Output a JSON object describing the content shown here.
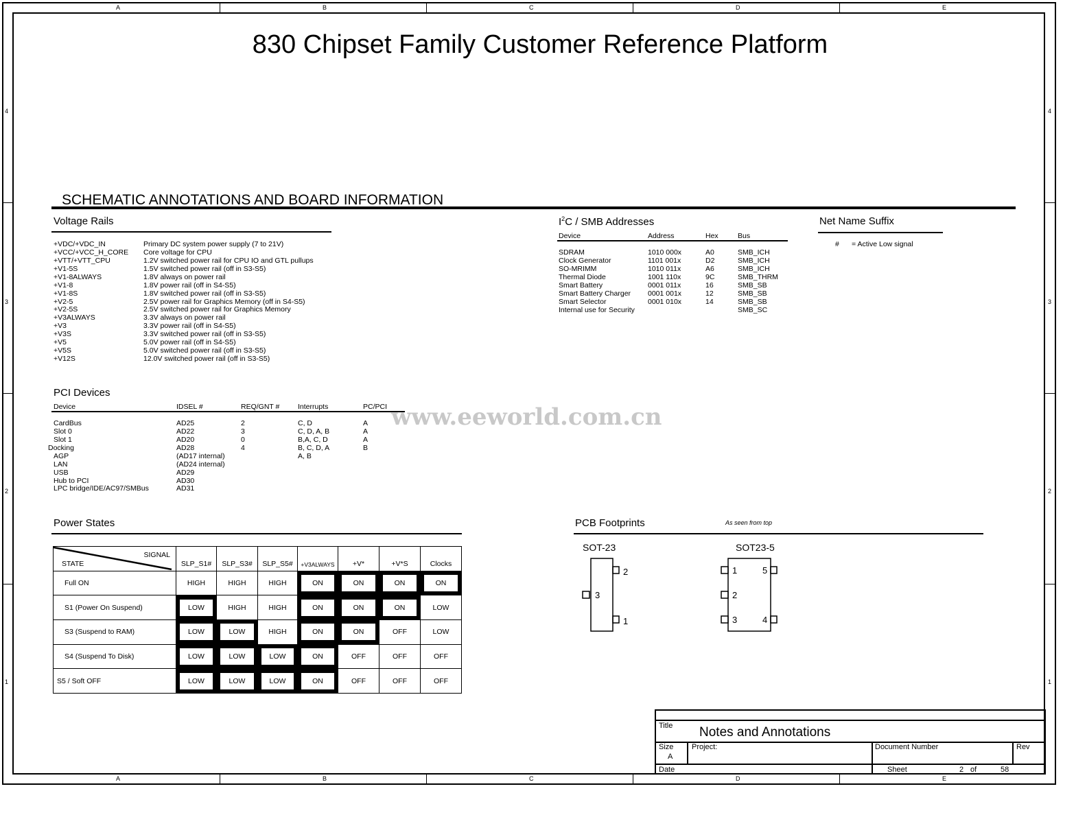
{
  "title": "830 Chipset Family Customer Reference Platform",
  "zones": {
    "columns": [
      "A",
      "B",
      "C",
      "D",
      "E"
    ],
    "rows": [
      "4",
      "3",
      "2",
      "1"
    ]
  },
  "section_heading": "SCHEMATIC ANNOTATIONS AND BOARD INFORMATION",
  "watermark": "www.eeworld.com.cn",
  "voltage_rails": {
    "heading": "Voltage Rails",
    "rows": [
      [
        "+VDC/+VDC_IN",
        "Primary DC system power supply (7 to 21V)"
      ],
      [
        "+VCC/+VCC_H_CORE",
        "Core voltage for CPU"
      ],
      [
        "+VTT/+VTT_CPU",
        "1.2V switched power rail for CPU IO and  GTL pullups"
      ],
      [
        "+V1-5S",
        "1.5V switched power rail (off in S3-S5)"
      ],
      [
        "+V1-8ALWAYS",
        "1.8V always on power rail"
      ],
      [
        "+V1-8",
        "1.8V power rail (off in S4-S5)"
      ],
      [
        "+V1-8S",
        "1.8V switched power rail (off in S3-S5)"
      ],
      [
        "+V2-5",
        "2.5V power rail for Graphics Memory (off in S4-S5)"
      ],
      [
        "+V2-5S",
        "2.5V switched power rail for Graphics Memory"
      ],
      [
        "+V3ALWAYS",
        "3.3V always on power rail"
      ],
      [
        "+V3",
        "3.3V power rail (off in S4-S5)"
      ],
      [
        "+V3S",
        "3.3V switched power rail (off in S3-S5)"
      ],
      [
        "+V5",
        "5.0V power rail (off in S4-S5)"
      ],
      [
        "+V5S",
        "5.0V switched power rail (off in S3-S5)"
      ],
      [
        "+V12S",
        "12.0V switched power rail (off in S3-S5)"
      ]
    ]
  },
  "smb": {
    "heading_pre": "I",
    "heading_sup": "2",
    "heading_post": "C / SMB Addresses",
    "headers": [
      "Device",
      "Address",
      "Hex",
      "Bus"
    ],
    "rows": [
      [
        "SDRAM",
        "1010 000x",
        "A0",
        "SMB_ICH"
      ],
      [
        "Clock Generator",
        "1101 001x",
        "D2",
        "SMB_ICH"
      ],
      [
        "SO-MRIMM",
        "1010 011x",
        "A6",
        "SMB_ICH"
      ],
      [
        "Thermal Diode",
        "1001 110x",
        "9C",
        "SMB_THRM"
      ],
      [
        "Smart Battery",
        "0001 011x",
        "16",
        "SMB_SB"
      ],
      [
        "Smart Battery Charger",
        "0001 001x",
        "12",
        "SMB_SB"
      ],
      [
        "Smart Selector",
        "0001 010x",
        "14",
        "SMB_SB"
      ],
      [
        "Internal use for Security",
        "",
        "",
        "SMB_SC"
      ]
    ]
  },
  "net_suffix": {
    "heading": "Net Name Suffix",
    "symbol": "#",
    "meaning": "= Active Low signal"
  },
  "pci": {
    "heading": "PCI Devices",
    "headers": [
      "Device",
      "IDSEL #",
      "REQ/GNT #",
      "Interrupts",
      "PC/PCI"
    ],
    "rows": [
      [
        "CardBus",
        "AD25",
        "2",
        "C, D",
        "A"
      ],
      [
        "Slot 0",
        "AD22",
        "3",
        "C, D, A, B",
        "A"
      ],
      [
        "Slot 1",
        "AD20",
        "0",
        "B,A, C, D",
        "A"
      ],
      [
        "Docking",
        "AD28",
        "4",
        "B, C, D, A",
        "B"
      ],
      [
        "AGP",
        "(AD17 internal)",
        "",
        "A, B",
        ""
      ],
      [
        "LAN",
        "(AD24 internal)",
        "",
        "",
        ""
      ],
      [
        "USB",
        "AD29",
        "",
        "",
        ""
      ],
      [
        "Hub to PCI",
        "AD30",
        "",
        "",
        ""
      ],
      [
        "LPC bridge/IDE/AC97/SMBus",
        "AD31",
        "",
        "",
        ""
      ]
    ]
  },
  "power_states": {
    "heading": "Power States",
    "corner_signal": "SIGNAL",
    "corner_state": "STATE",
    "columns": [
      "SLP_S1#",
      "SLP_S3#",
      "SLP_S5#",
      "+V3ALWAYS",
      "+V*",
      "+V*S",
      "Clocks"
    ],
    "rows": [
      {
        "state": "Full ON",
        "values": [
          "HIGH",
          "HIGH",
          "HIGH",
          "ON",
          "ON",
          "ON",
          "ON"
        ],
        "highlight": [
          0,
          0,
          0,
          1,
          1,
          1,
          1
        ]
      },
      {
        "state": "S1 (Power On Suspend)",
        "values": [
          "LOW",
          "HIGH",
          "HIGH",
          "ON",
          "ON",
          "ON",
          "LOW"
        ],
        "highlight": [
          1,
          0,
          0,
          1,
          1,
          1,
          0
        ]
      },
      {
        "state": "S3 (Suspend to RAM)",
        "values": [
          "LOW",
          "LOW",
          "HIGH",
          "ON",
          "ON",
          "OFF",
          "LOW"
        ],
        "highlight": [
          1,
          1,
          0,
          1,
          1,
          0,
          0
        ]
      },
      {
        "state": "S4 (Suspend To Disk)",
        "values": [
          "LOW",
          "LOW",
          "LOW",
          "ON",
          "OFF",
          "OFF",
          "OFF"
        ],
        "highlight": [
          1,
          1,
          1,
          1,
          0,
          0,
          0
        ]
      },
      {
        "state": "S5 / Soft OFF",
        "values": [
          "LOW",
          "LOW",
          "LOW",
          "ON",
          "OFF",
          "OFF",
          "OFF"
        ],
        "highlight": [
          1,
          1,
          1,
          1,
          0,
          0,
          0
        ]
      }
    ]
  },
  "pcb": {
    "heading": "PCB Footprints",
    "note": "As seen from top",
    "sot23": {
      "name": "SOT-23",
      "pins": [
        "1",
        "2",
        "3"
      ]
    },
    "sot235": {
      "name": "SOT23-5",
      "pins": [
        "1",
        "2",
        "3",
        "4",
        "5"
      ]
    }
  },
  "title_block": {
    "title_label": "Title",
    "title": "Notes and Annotations",
    "size_label": "Size",
    "size": "A",
    "project_label": "Project:",
    "docnum_label": "Document Number",
    "rev_label": "Rev",
    "date_label": "Date",
    "sheet_label": "Sheet",
    "sheet": "2",
    "of_label": "of",
    "sheets": "58"
  }
}
